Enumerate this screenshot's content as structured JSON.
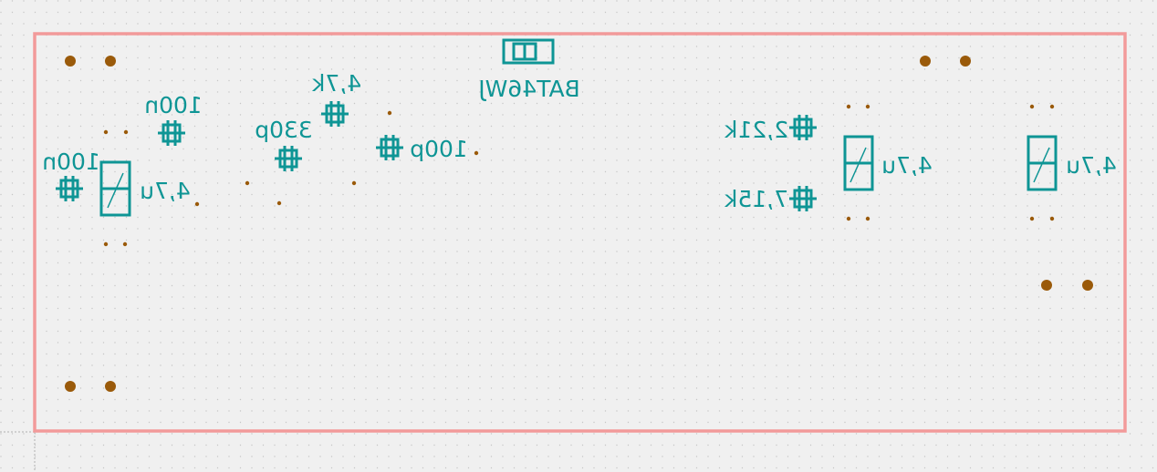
{
  "colors": {
    "background": "#f0f0f0",
    "grid_dot": "#c8c8c8",
    "board_outline": "#f29a9a",
    "silkscreen": "#0e9595",
    "pad_copper": "#9a5a0a"
  },
  "components": [
    {
      "id": "cap-100n-left",
      "value": "100n",
      "kind": "smd-small"
    },
    {
      "id": "cap-100n-upper",
      "value": "100n",
      "kind": "smd-small"
    },
    {
      "id": "cap-4u7-left",
      "value": "4,7u",
      "kind": "tantalum"
    },
    {
      "id": "cap-330p",
      "value": "330p",
      "kind": "smd-small"
    },
    {
      "id": "res-4k7",
      "value": "4,7k",
      "kind": "smd-small"
    },
    {
      "id": "cap-100p",
      "value": "100p",
      "kind": "smd-small"
    },
    {
      "id": "diode-bat46wj",
      "value": "BAT46WJ",
      "kind": "diode"
    },
    {
      "id": "res-2k21",
      "value": "2,21k",
      "kind": "smd-small"
    },
    {
      "id": "res-7k15",
      "value": "7,15k",
      "kind": "smd-small"
    },
    {
      "id": "cap-4u7-mid",
      "value": "4,7u",
      "kind": "tantalum"
    },
    {
      "id": "cap-4u7-right",
      "value": "4,7u",
      "kind": "tantalum"
    }
  ]
}
